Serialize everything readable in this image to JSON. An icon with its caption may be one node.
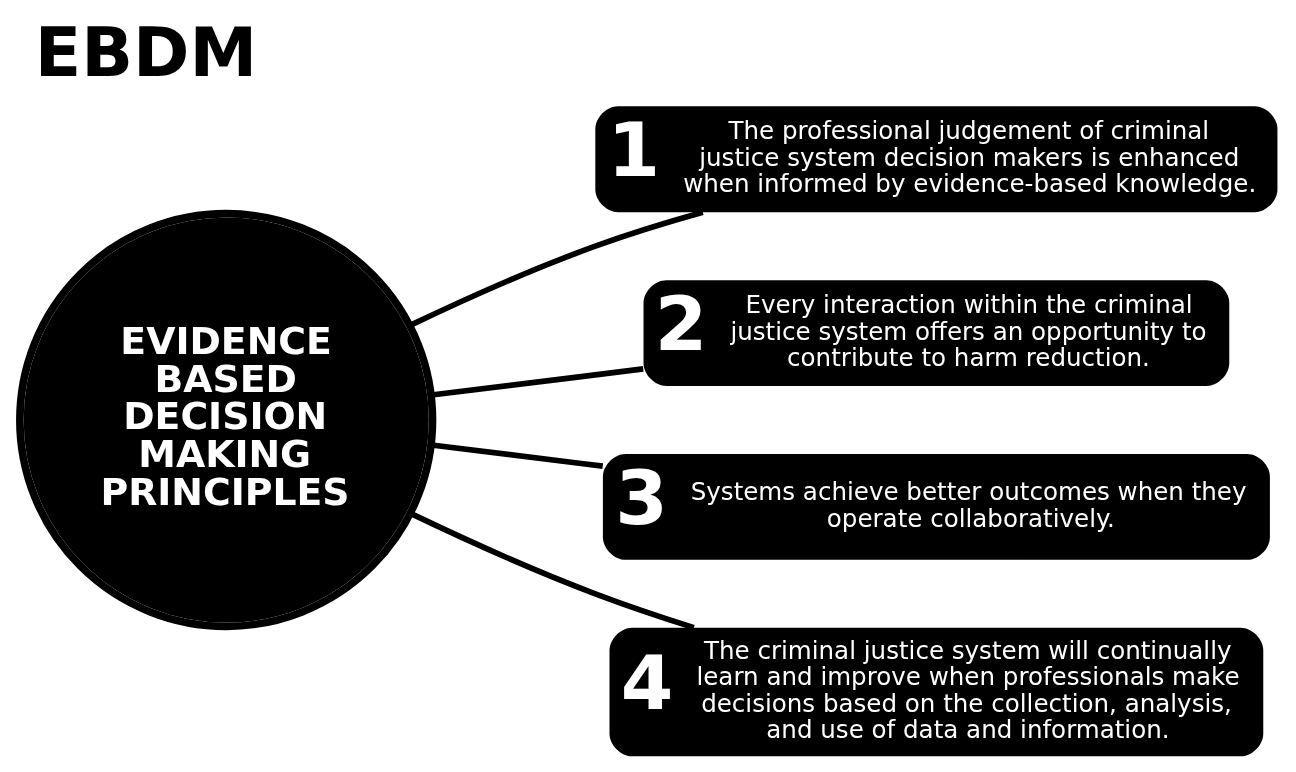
{
  "diagram": {
    "title": "EBDM",
    "nodes": [
      {
        "text": [
          "EVIDENCE BASED DECISION MAKING PRINCIPLES"
        ]
      },
      {
        "text": [
          "1",
          "The professional judgement of criminal justice system decision makers is enhanced when informed by evidence-based knowledge."
        ]
      },
      {
        "text": [
          "2",
          "Every interaction within the criminal justice system offers an opportunity to contribute to harm reduction."
        ]
      },
      {
        "text": [
          "3",
          "Systems achieve better outcomes when they operate collaboratively."
        ]
      },
      {
        "text": [
          "4",
          "The criminal justice system will continually learn and improve when professionals make decisions based on the collection, analysis, and use of data and information."
        ]
      }
    ],
    "edges": [
      {
        "from": 0,
        "to": 1,
        "arrow": "none"
      },
      {
        "from": 0,
        "to": 2,
        "arrow": "none"
      },
      {
        "from": 0,
        "to": 3,
        "arrow": "none"
      },
      {
        "from": 0,
        "to": 4,
        "arrow": "none"
      }
    ]
  }
}
